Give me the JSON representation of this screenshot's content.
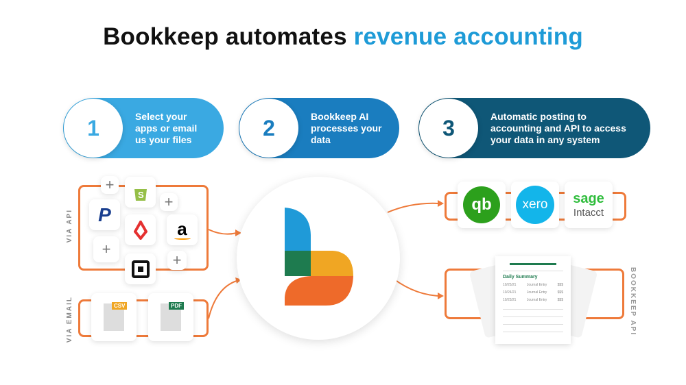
{
  "title": {
    "part1": "Bookkeep automates ",
    "part2": "revenue accounting"
  },
  "steps": [
    {
      "number": "1",
      "text": "Select your apps or email us your files",
      "color": "#3aa9e2"
    },
    {
      "number": "2",
      "text": "Bookkeep AI processes your data",
      "color": "#1a7dbf"
    },
    {
      "number": "3",
      "text": "Automatic posting to accounting and API to access your data in any system",
      "color": "#0f5777"
    }
  ],
  "labels": {
    "via_api": "VIA API",
    "via_email": "VIA EMAIL",
    "bookkeep_api": "BOOKKEEP API"
  },
  "sources": {
    "amazon": "a",
    "csv": "CSV",
    "pdf": "PDF",
    "plus": "+"
  },
  "destinations": {
    "quickbooks": "qb",
    "xero": "xero",
    "sage": "sage",
    "intacct": "Intacct"
  },
  "summary": {
    "title": "Daily Summary",
    "rows": [
      {
        "date": "10/25/21",
        "desc": "Journal Entry",
        "amount": "$$$"
      },
      {
        "date": "10/24/21",
        "desc": "Journal Entry",
        "amount": "$$$"
      },
      {
        "date": "10/23/21",
        "desc": "Journal Entry",
        "amount": "$$$"
      }
    ]
  }
}
